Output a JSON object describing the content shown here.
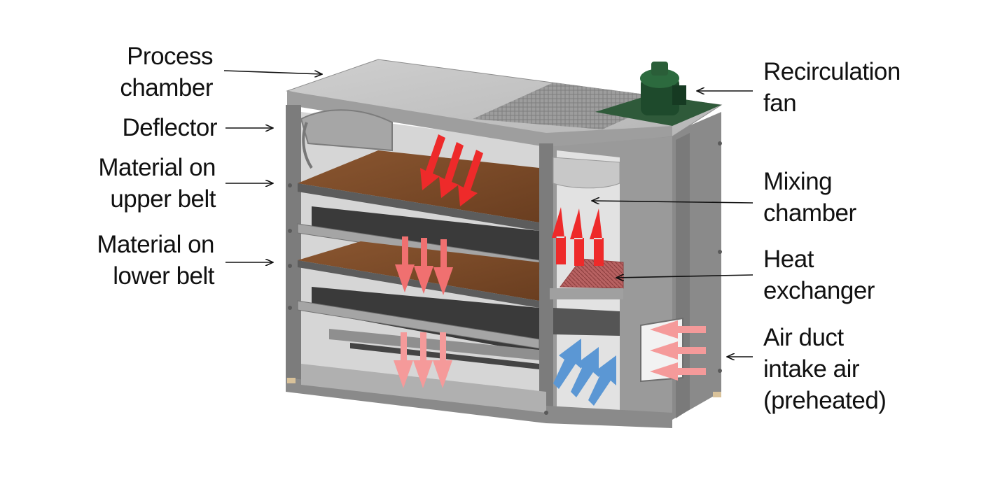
{
  "labels": {
    "process_chamber": [
      "Process",
      "chamber"
    ],
    "deflector": [
      "Deflector"
    ],
    "material_upper": [
      "Material on",
      "upper belt"
    ],
    "material_lower": [
      "Material on",
      "lower belt"
    ],
    "recirculation_fan": [
      "Recirculation",
      "fan"
    ],
    "mixing_chamber": [
      "Mixing",
      "chamber"
    ],
    "heat_exchanger": [
      "Heat",
      "exchanger"
    ],
    "air_duct": [
      "Air duct",
      "intake air",
      "(preheated)"
    ]
  },
  "colors": {
    "frame": "#8c8c8c",
    "frame_dark": "#6e6e6e",
    "top_panel": "#c4c4c4",
    "grille": "#a8a8a8",
    "fan_base": "#2f5a3a",
    "motor": "#1e4a2c",
    "material": "#7a4a28",
    "belt": "#3a3a3a",
    "heat_exchanger": "#b05a5a",
    "arrow_hot": "#ee2a2a",
    "arrow_warm": "#f07070",
    "arrow_light": "#f59a9a",
    "arrow_cold": "#5b97d4",
    "line": "#111111"
  }
}
